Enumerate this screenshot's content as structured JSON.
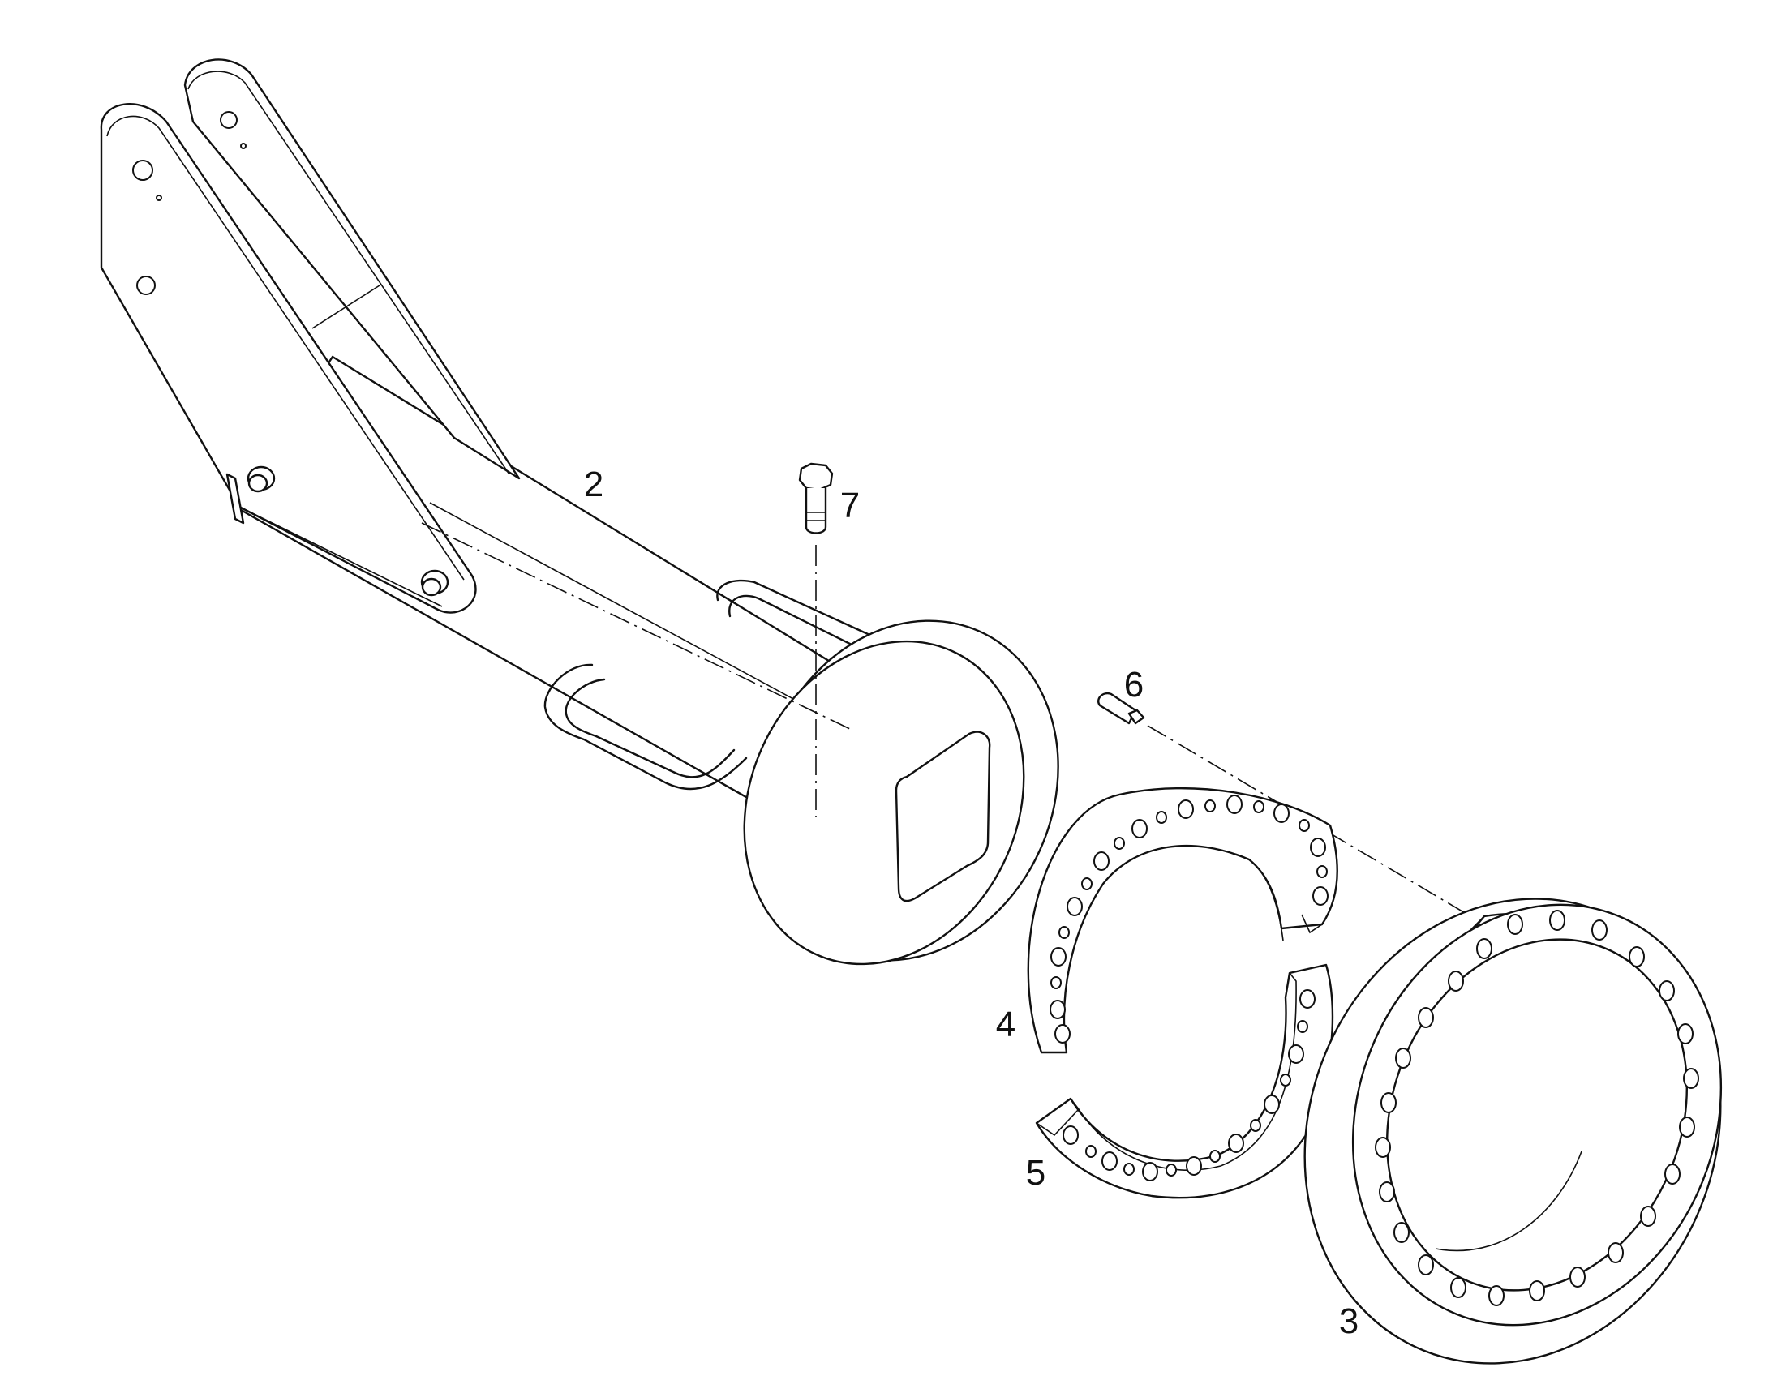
{
  "callouts": {
    "item_2": "2",
    "item_3": "3",
    "item_4": "4",
    "item_5": "5",
    "item_6": "6",
    "item_7": "7"
  },
  "colors": {
    "line": "#111111",
    "background": "#ffffff"
  }
}
